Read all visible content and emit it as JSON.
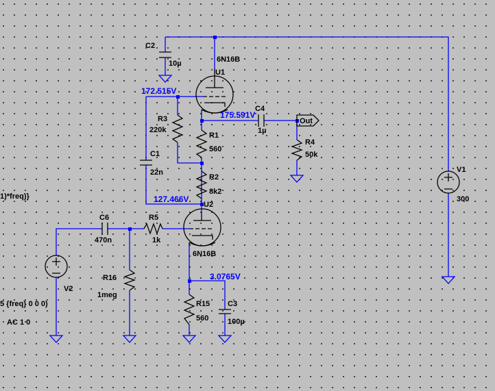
{
  "components": {
    "C2": {
      "name": "C2",
      "value": "10µ"
    },
    "U1": {
      "name": "U1",
      "model": "6N16B"
    },
    "R3": {
      "name": "R3",
      "value": "220k"
    },
    "R1": {
      "name": "R1",
      "value": "560"
    },
    "C4": {
      "name": "C4",
      "value": "1µ"
    },
    "R4": {
      "name": "R4",
      "value": "50k"
    },
    "C1": {
      "name": "C1",
      "value": "22n"
    },
    "R2": {
      "name": "R2",
      "value": "8k2"
    },
    "U2": {
      "name": "U2",
      "model": "6N16B"
    },
    "C6": {
      "name": "C6",
      "value": "470n"
    },
    "R5": {
      "name": "R5",
      "value": "1k"
    },
    "R16": {
      "name": "R16",
      "value": "1meg"
    },
    "R15": {
      "name": "R15",
      "value": "560"
    },
    "C3": {
      "name": "C3",
      "value": "100µ"
    },
    "V1": {
      "name": "V1",
      "value": "300"
    },
    "V2": {
      "name": "V2"
    }
  },
  "voltages": {
    "v1": "172.515V",
    "v2": "175.591V",
    "v3": "127.466V",
    "v4": "3.0765V"
  },
  "port": {
    "out": "Out"
  },
  "directives": {
    "freq_fragment": "1)*freq)}",
    "sine_fragment": "5 {freq} 0 0 0)",
    "ac": "AC 1 0"
  }
}
